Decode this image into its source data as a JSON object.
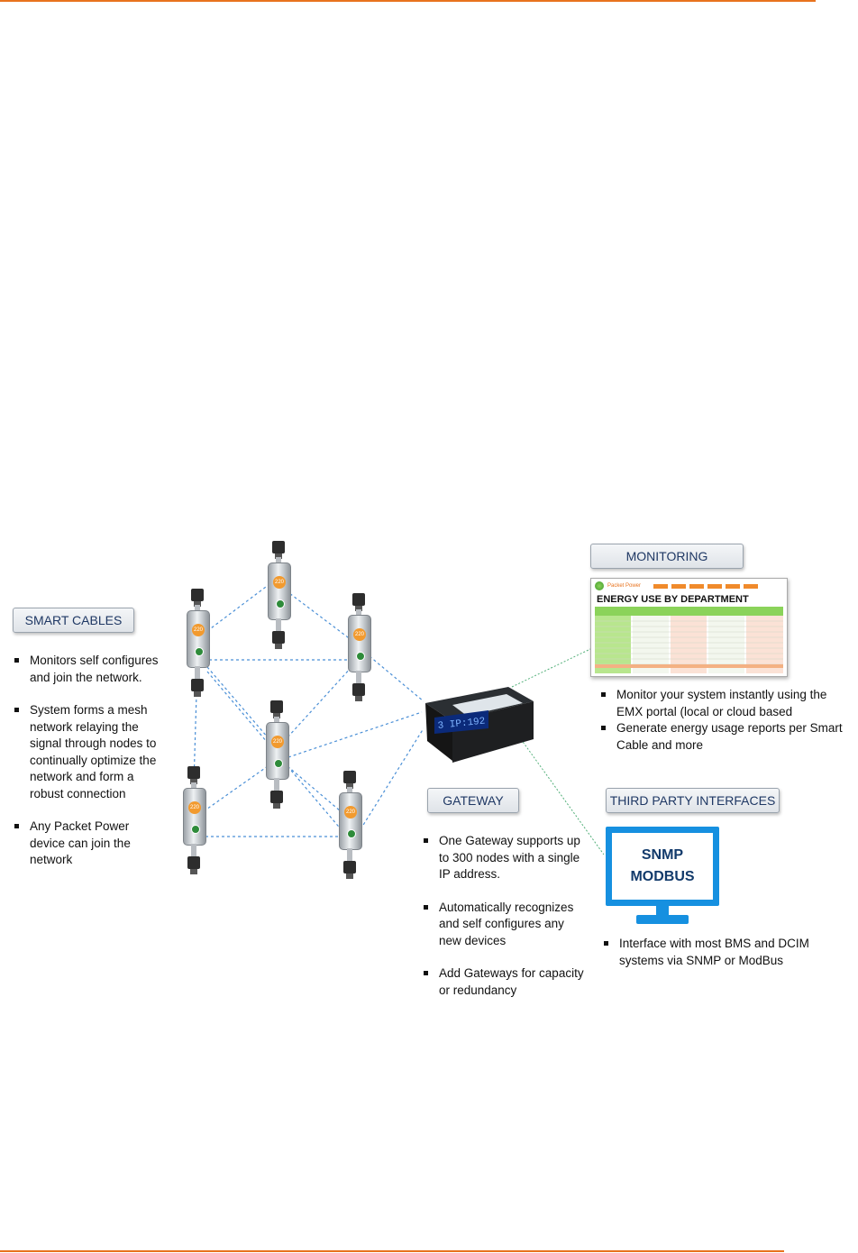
{
  "colors": {
    "rule": "#e8731e",
    "label_text": "#1f3864",
    "snmp_blue": "#1690e0",
    "link_line": "#4a8fd6",
    "gateway_link": "#54b07a"
  },
  "smart_cables": {
    "title": "SMART CABLES",
    "bullets": [
      "Monitors self configures and join the network.",
      "System forms a mesh network relaying the signal through nodes to continually optimize the network and form a robust connection",
      "Any Packet Power device can join the network"
    ]
  },
  "monitoring": {
    "title": "MONITORING",
    "screenshot_brand": "Packet Power",
    "screenshot_title": "ENERGY USE BY DEPARTMENT",
    "bullets": [
      "Monitor your system instantly using the EMX portal (local or cloud based",
      "Generate energy usage reports per Smart Cable and more"
    ]
  },
  "gateway": {
    "title": "GATEWAY",
    "display_text": "3 IP:192",
    "bullets": [
      "One Gateway supports up to 300 nodes with a single IP address.",
      "Automatically recognizes and self configures any new devices",
      "Add Gateways for capacity or redundancy"
    ]
  },
  "third_party": {
    "title": "THIRD PARTY INTERFACES",
    "screen_lines": [
      "SNMP",
      "MODBUS"
    ],
    "bullets": [
      "Interface with most BMS and DCIM systems via SNMP or ModBus"
    ]
  },
  "nodes": [
    {
      "id": "node-top",
      "tag": "220"
    },
    {
      "id": "node-upper-left",
      "tag": "220"
    },
    {
      "id": "node-upper-right",
      "tag": "220"
    },
    {
      "id": "node-center",
      "tag": "220"
    },
    {
      "id": "node-lower-left",
      "tag": "220"
    },
    {
      "id": "node-lower-right",
      "tag": "220"
    }
  ]
}
